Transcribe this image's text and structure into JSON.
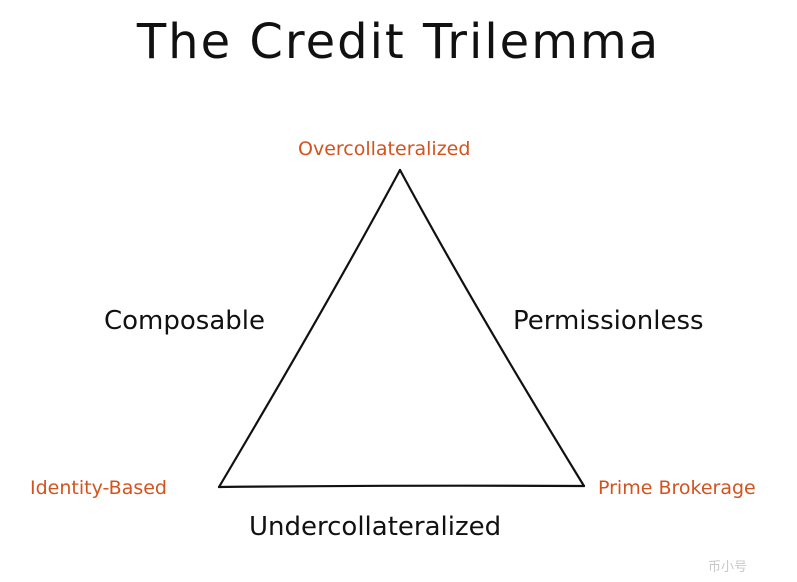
{
  "title": "The Credit Trilemma",
  "colors": {
    "vertex_text": "#d3531e",
    "side_text": "#111111",
    "line": "#111111"
  },
  "vertices": {
    "top": "Overcollateralized",
    "bottom_left": "Identity-Based",
    "bottom_right": "Prime Brokerage"
  },
  "sides": {
    "left": "Composable",
    "right": "Permissionless",
    "bottom": "Undercollateralized"
  },
  "watermark": "币小号"
}
